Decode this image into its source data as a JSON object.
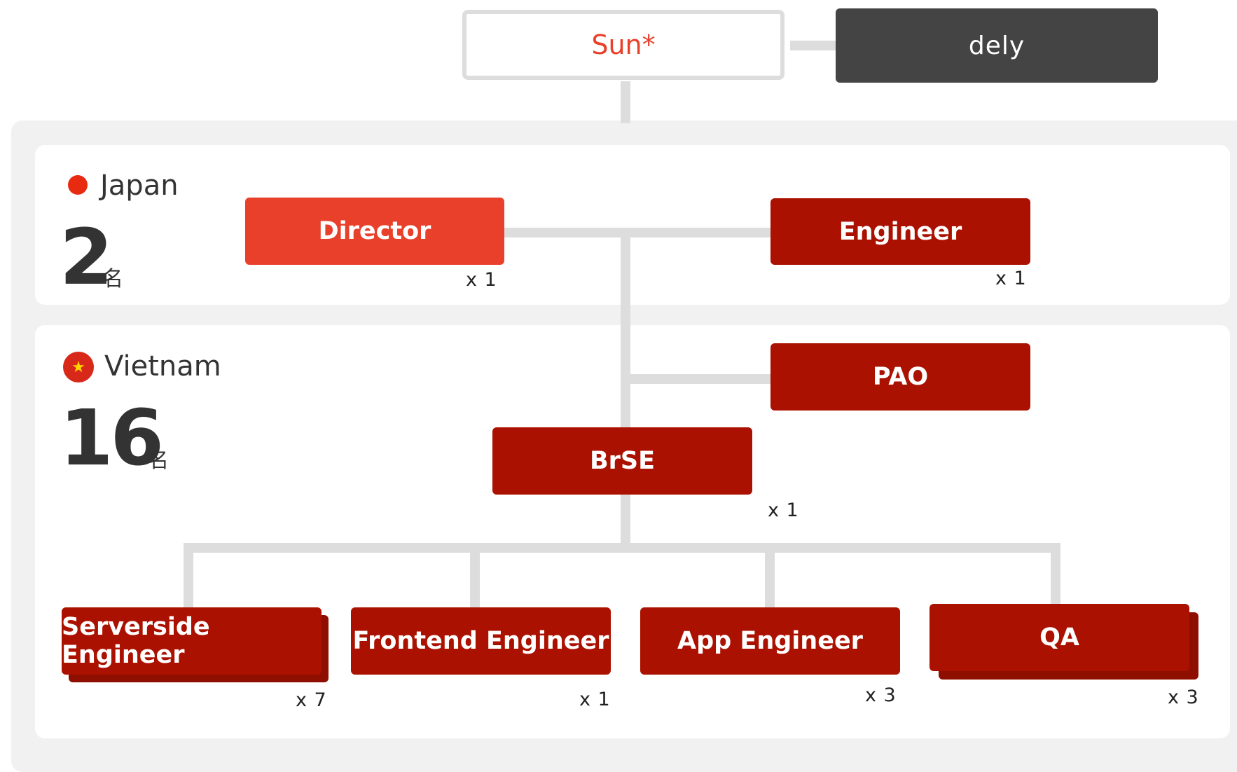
{
  "top": {
    "sun_label": "Sun*",
    "dely_label": "dely"
  },
  "regions": {
    "japan": {
      "name": "Japan",
      "count": "2",
      "unit": "名"
    },
    "vietnam": {
      "name": "Vietnam",
      "count": "16",
      "unit": "名"
    }
  },
  "roles": {
    "director": {
      "label": "Director",
      "count": "x 1"
    },
    "engineer_jp": {
      "label": "Engineer",
      "count": "x 1"
    },
    "pao": {
      "label": "PAO"
    },
    "brse": {
      "label": "BrSE",
      "count": "x 1"
    },
    "serverside": {
      "label": "Serverside Engineer",
      "count": "x 7"
    },
    "frontend": {
      "label": "Frontend Engineer",
      "count": "x 1"
    },
    "app": {
      "label": "App Engineer",
      "count": "x 3"
    },
    "qa": {
      "label": "QA",
      "count": "x 3"
    }
  },
  "colors": {
    "primary_red": "#ab1100",
    "director_orange": "#e8402a",
    "sun_red": "#e8402a",
    "dely_dark": "#444444",
    "connector_gray": "#dddddd",
    "panel_bg": "#f1f1f1"
  }
}
